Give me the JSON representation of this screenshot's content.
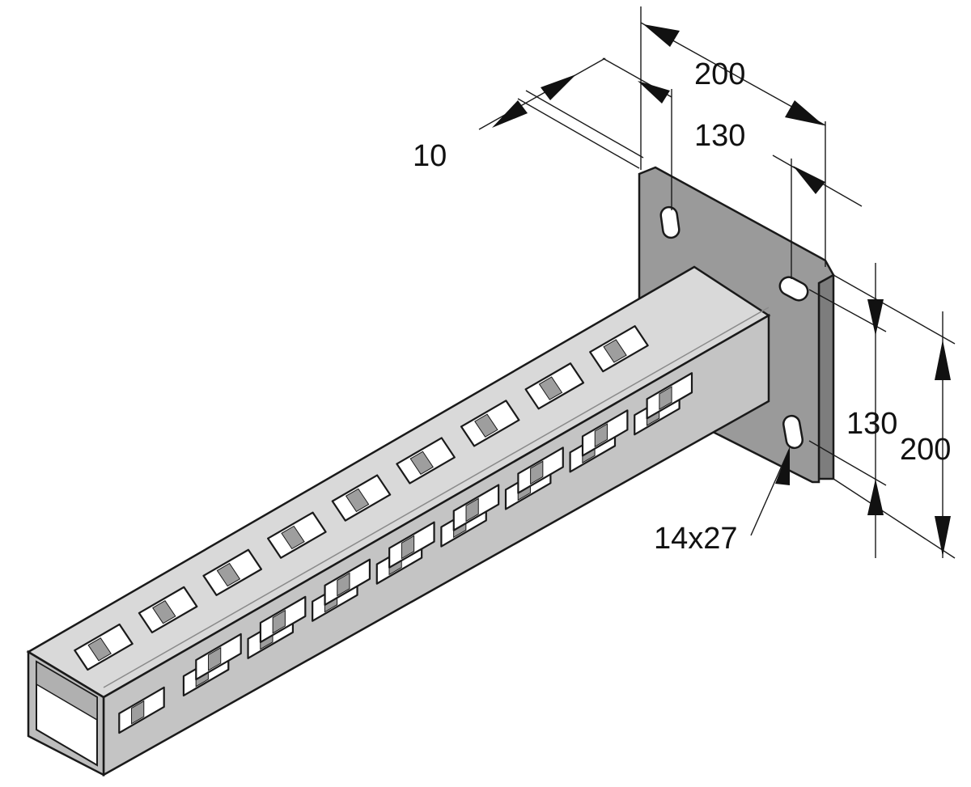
{
  "dimensions": {
    "plate_width": "200",
    "hole_spacing_horizontal": "130",
    "plate_thickness": "10",
    "hole_spacing_vertical": "130",
    "plate_height": "200",
    "slot_size": "14x27"
  },
  "colors": {
    "line": "#1a1a1a",
    "plate_face": "#9a9a9a",
    "plate_edge": "#7d7d7d",
    "arm_top": "#d9d9d9",
    "arm_side": "#c2c2c2",
    "slot_dark": "#ffffff",
    "inner": "#b5b5b5"
  }
}
